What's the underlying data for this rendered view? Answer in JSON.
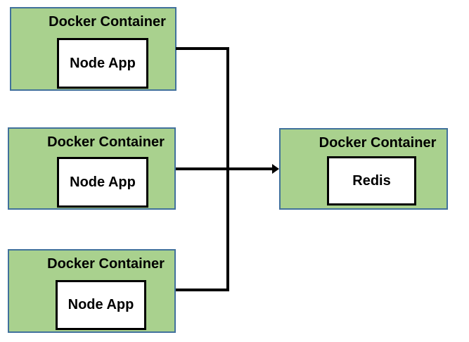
{
  "colors": {
    "container_fill": "#a9d18e",
    "container_border": "#41719c",
    "inner_box_fill": "#ffffff",
    "inner_box_border": "#000000",
    "connector_color": "#000000",
    "text_color": "#000000",
    "page_bg": "#ffffff"
  },
  "nodes": [
    {
      "title": "Docker Container",
      "inner_label": "Node App"
    },
    {
      "title": "Docker Container",
      "inner_label": "Node App"
    },
    {
      "title": "Docker Container",
      "inner_label": "Node App"
    },
    {
      "title": "Docker Container",
      "inner_label": "Redis"
    }
  ],
  "connections": [
    {
      "from": "docker-container-1",
      "to": "docker-container-redis",
      "style": "elbow-arrow"
    },
    {
      "from": "docker-container-2",
      "to": "docker-container-redis",
      "style": "elbow-arrow"
    },
    {
      "from": "docker-container-3",
      "to": "docker-container-redis",
      "style": "elbow-arrow"
    }
  ]
}
